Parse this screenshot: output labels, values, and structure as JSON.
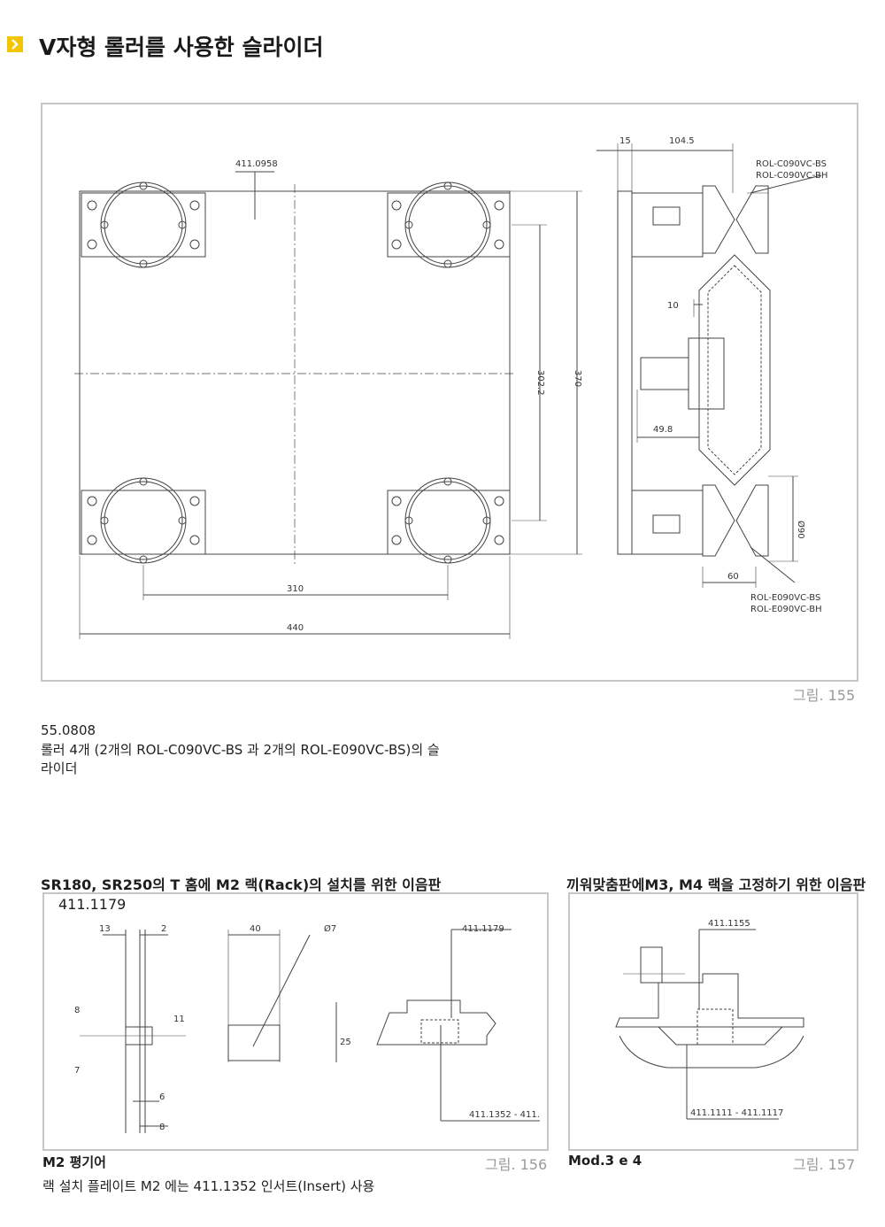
{
  "header": {
    "title": "V자형 롤러를 사용한 슬라이더"
  },
  "figure155": {
    "caption": "그림. 155",
    "labels": {
      "part_plate": "411.0958",
      "dim_15": "15",
      "dim_104_5": "104.5",
      "roller_c_bs": "ROL-C090VC-BS",
      "roller_c_bh": "ROL-C090VC-BH",
      "dim_10": "10",
      "dim_302_2": "302.2",
      "dim_370": "370",
      "dim_49_8": "49.8",
      "dim_diam90": "Ø90",
      "dim_60": "60",
      "roller_e_bs": "ROL-E090VC-BS",
      "roller_e_bh": "ROL-E090VC-BH",
      "dim_310": "310",
      "dim_440": "440"
    }
  },
  "product": {
    "code": "55.0808",
    "description_line1": "롤러 4개 (2개의 ROL-C090VC-BS 과 2개의 ROL-E090VC-BS)의 슬",
    "description_line2": "라이더"
  },
  "section_left": {
    "heading": "SR180, SR250의 T 홈에 M2 랙(Rack)의 설치를 위한 이음판",
    "part_code": "411.1179",
    "labels": {
      "dim_13": "13",
      "dim_2": "2",
      "dim_8a": "8",
      "dim_11": "11",
      "dim_7": "7",
      "dim_6": "6",
      "dim_8b": "8",
      "dim_40": "40",
      "dim_diam7": "Ø7",
      "dim_25": "25",
      "part_top": "411.1179",
      "part_bottom": "411.1352 - 411."
    },
    "caption": "그림. 156",
    "footer_title": "M2 평기어",
    "footer_note": "랙 설치 플레이트 M2 에는 411.1352 인서트(Insert) 사용"
  },
  "section_right": {
    "heading": "끼워맞춤판에M3, M4 랙을 고정하기 위한 이음판",
    "labels": {
      "part_top": "411.1155",
      "part_bottom": "411.1111 - 411.1117"
    },
    "caption": "그림. 157",
    "footer_title": "Mod.3 e 4"
  }
}
